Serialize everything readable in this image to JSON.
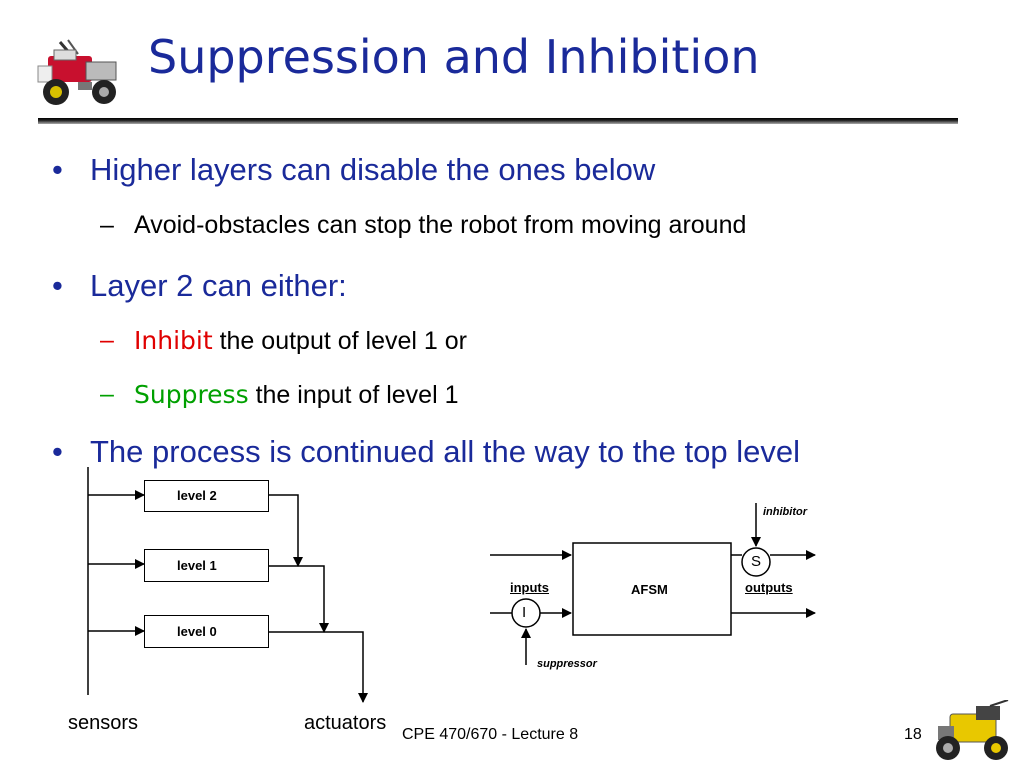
{
  "slide": {
    "title": "Suppression and Inhibition",
    "bullets": [
      {
        "text": "Higher layers can disable the ones below"
      },
      {
        "text": "Avoid-obstacles can stop the robot from moving around"
      },
      {
        "text": "Layer 2 can either:"
      },
      {
        "highlight": "Inhibit",
        "rest": " the output of level 1 or"
      },
      {
        "highlight": "Suppress",
        "rest": " the input of level 1"
      },
      {
        "text": "The process is continued all the way to the top level"
      }
    ],
    "bullet_glyph": "•",
    "dash_glyph": "–",
    "colors": {
      "title": "#1a2a9a",
      "inhibit": "#e00000",
      "suppress": "#00a000"
    }
  },
  "layers_diagram": {
    "levels": [
      "level 2",
      "level 1",
      "level 0"
    ],
    "sensors_label": "sensors",
    "actuators_label": "actuators"
  },
  "afsm_diagram": {
    "box_label": "AFSM",
    "inputs_label": "inputs",
    "outputs_label": "outputs",
    "inhibitor_label": "inhibitor",
    "suppressor_label": "suppressor",
    "s_node": "S",
    "i_node": "I"
  },
  "footer": {
    "course": "CPE 470/670 - Lecture 8",
    "page": "18"
  }
}
